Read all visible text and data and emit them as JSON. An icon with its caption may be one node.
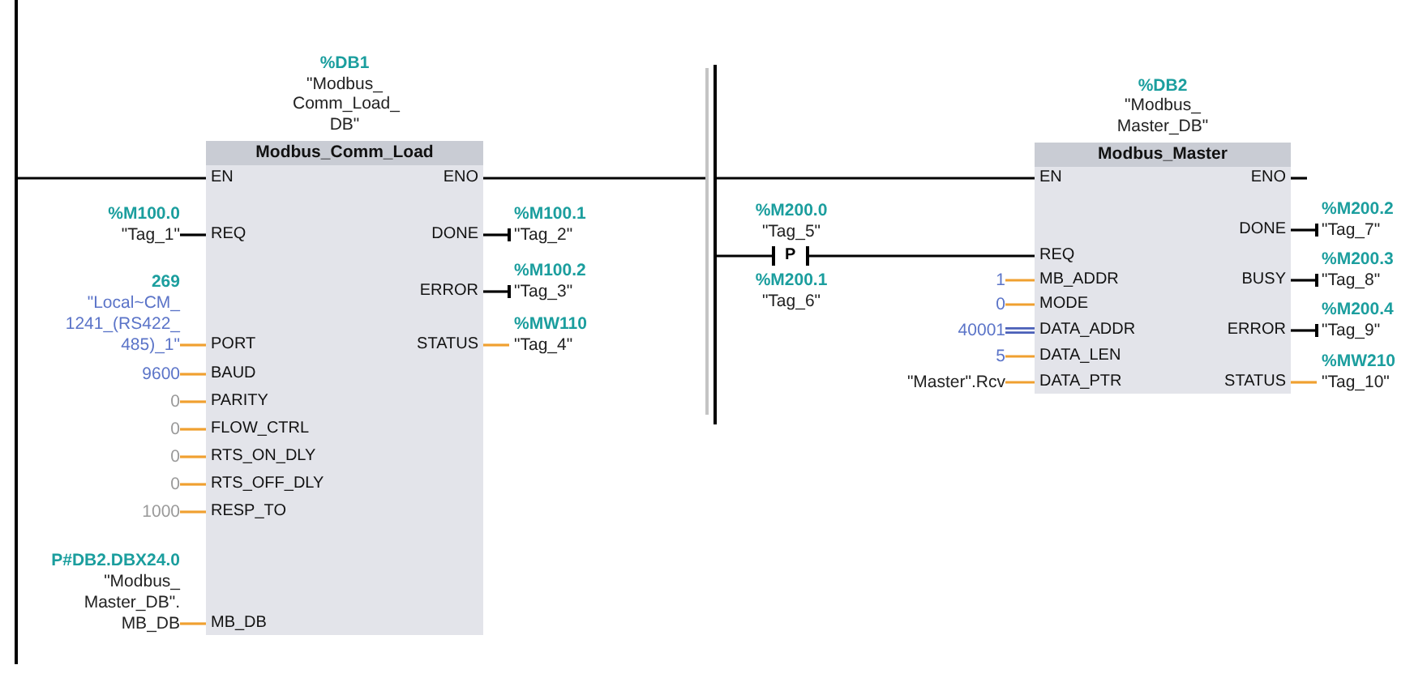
{
  "diagram": {
    "nodes": [
      {
        "text": [],
        "shape": "bar"
      },
      {
        "text": [
          "Modbus_Comm_Load"
        ],
        "beside": [
          "%DB1",
          "\"Modbus_ Comm_Load_ DB\""
        ]
      },
      {
        "text": [
          "EN"
        ],
        "in": 1
      },
      {
        "text": [
          "ENO"
        ],
        "in": 1
      },
      {
        "text": [
          "REQ"
        ],
        "in": 1
      },
      {
        "text": [
          "DONE"
        ],
        "in": 1
      },
      {
        "text": [
          "ERROR"
        ],
        "in": 1
      },
      {
        "text": [
          "PORT"
        ],
        "in": 1
      },
      {
        "text": [
          "STATUS"
        ],
        "in": 1
      },
      {
        "text": [
          "BAUD"
        ],
        "in": 1
      },
      {
        "text": [
          "PARITY"
        ],
        "in": 1
      },
      {
        "text": [
          "FLOW_CTRL"
        ],
        "in": 1
      },
      {
        "text": [
          "RTS_ON_DLY"
        ],
        "in": 1
      },
      {
        "text": [
          "RTS_OFF_DLY"
        ],
        "in": 1
      },
      {
        "text": [
          "RESP_TO"
        ],
        "in": 1
      },
      {
        "text": [
          "MB_DB"
        ],
        "in": 1
      },
      {
        "text": [
          "%M100.0",
          "\"Tag_1\""
        ]
      },
      {
        "text": [
          "269",
          "\"Local~CM_ 1241_(RS422_ 485)_1\""
        ]
      },
      {
        "text": [
          "9600"
        ]
      },
      {
        "text": [
          "0"
        ]
      },
      {
        "text": [
          "0"
        ]
      },
      {
        "text": [
          "0"
        ]
      },
      {
        "text": [
          "0"
        ]
      },
      {
        "text": [
          "1000"
        ]
      },
      {
        "text": [
          "P#DB2.DBX24.0",
          "\"Modbus_ Master_DB\". MB_DB"
        ]
      },
      {
        "text": [
          "%M100.1",
          "\"Tag_2\""
        ]
      },
      {
        "text": [
          "%M100.2",
          "\"Tag_3\""
        ]
      },
      {
        "text": [
          "%MW110",
          "\"Tag_4\""
        ]
      },
      {
        "text": [],
        "shape": "bar"
      },
      {
        "text": [],
        "shape": "bar"
      },
      {
        "text": [
          "P"
        ],
        "beside": [
          "%M200.0",
          "\"Tag_5\"",
          "%M200.1",
          "\"Tag_6\""
        ]
      },
      {
        "text": [
          "Modbus_Master"
        ],
        "beside": [
          "%DB2",
          "\"Modbus_ Master_DB\""
        ]
      },
      {
        "text": [
          "EN"
        ],
        "in": 31
      },
      {
        "text": [
          "ENO"
        ],
        "in": 31
      },
      {
        "text": [
          "DONE"
        ],
        "in": 31
      },
      {
        "text": [
          "REQ"
        ],
        "in": 31
      },
      {
        "text": [
          "MB_ADDR"
        ],
        "in": 31
      },
      {
        "text": [
          "BUSY"
        ],
        "in": 31
      },
      {
        "text": [
          "MODE"
        ],
        "in": 31
      },
      {
        "text": [
          "DATA_ADDR"
        ],
        "in": 31
      },
      {
        "text": [
          "ERROR"
        ],
        "in": 31
      },
      {
        "text": [
          "DATA_LEN"
        ],
        "in": 31
      },
      {
        "text": [
          "DATA_PTR"
        ],
        "in": 31
      },
      {
        "text": [
          "STATUS"
        ],
        "in": 31
      },
      {
        "text": [
          "1"
        ]
      },
      {
        "text": [
          "0"
        ]
      },
      {
        "text": [
          "40001"
        ]
      },
      {
        "text": [
          "5"
        ]
      },
      {
        "text": [
          "\"Master\".Rcv"
        ]
      },
      {
        "text": [
          "%M200.2",
          "\"Tag_7\""
        ]
      },
      {
        "text": [
          "%M200.3",
          "\"Tag_8\""
        ]
      },
      {
        "text": [
          "%M200.4",
          "\"Tag_9\""
        ]
      },
      {
        "text": [
          "%MW210",
          "\"Tag_10\""
        ]
      }
    ],
    "edges": [
      {
        "from": 0,
        "to": 2,
        "arrow": "none",
        "color": "#000000"
      },
      {
        "from": 3,
        "to": 28,
        "arrow": "none",
        "color": "#000000"
      },
      {
        "from": 16,
        "to": 4,
        "arrow": "none",
        "color": "#000000"
      },
      {
        "from": 17,
        "to": 7,
        "arrow": "none"
      },
      {
        "from": 18,
        "to": 9,
        "arrow": "none"
      },
      {
        "from": 19,
        "to": 10,
        "arrow": "none"
      },
      {
        "from": 20,
        "to": 11,
        "arrow": "none"
      },
      {
        "from": 21,
        "to": 12,
        "arrow": "none"
      },
      {
        "from": 22,
        "to": 13,
        "arrow": "none"
      },
      {
        "from": 23,
        "to": 14,
        "arrow": "none"
      },
      {
        "from": 24,
        "to": 15,
        "arrow": "none"
      },
      {
        "from": 5,
        "to": 25,
        "arrow": "other",
        "color": "#000000"
      },
      {
        "from": 6,
        "to": 26,
        "arrow": "other",
        "color": "#000000"
      },
      {
        "from": 8,
        "to": 27,
        "arrow": "none"
      },
      {
        "from": 29,
        "to": 32,
        "arrow": "none",
        "color": "#000000"
      },
      {
        "from": 29,
        "to": 30,
        "arrow": "none",
        "color": "#000000"
      },
      {
        "from": 30,
        "to": 35,
        "arrow": "none",
        "color": "#000000"
      },
      {
        "from": 33,
        "to": null,
        "arrow": "none",
        "color": "#000000"
      },
      {
        "from": 44,
        "to": 36,
        "arrow": "none"
      },
      {
        "from": 45,
        "to": 38,
        "arrow": "none"
      },
      {
        "from": 46,
        "to": 39,
        "arrow": "none",
        "style": "thick",
        "color": "#4a5fb8"
      },
      {
        "from": 47,
        "to": 41,
        "arrow": "none"
      },
      {
        "from": 48,
        "to": 42,
        "arrow": "none"
      },
      {
        "from": 34,
        "to": 49,
        "arrow": "other",
        "color": "#000000"
      },
      {
        "from": 37,
        "to": 50,
        "arrow": "other",
        "color": "#000000"
      },
      {
        "from": 40,
        "to": 51,
        "arrow": "other",
        "color": "#000000"
      },
      {
        "from": 43,
        "to": 52,
        "arrow": "none"
      }
    ]
  }
}
